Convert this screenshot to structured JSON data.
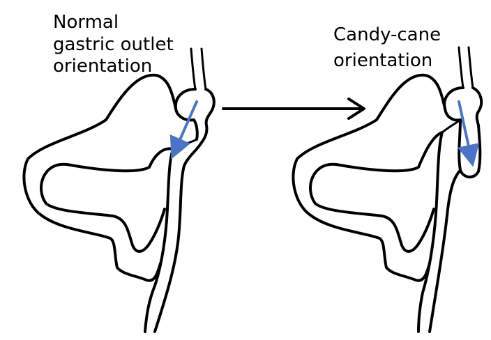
{
  "labels": {
    "left_line1": "Normal",
    "left_line2": "gastric outlet",
    "left_line3": "orientation",
    "right_line1": "Candy-cane",
    "right_line2": "orientation"
  },
  "colors": {
    "outline": "#000000",
    "flow_arrow": "#4a74c8",
    "background": "#ffffff"
  }
}
